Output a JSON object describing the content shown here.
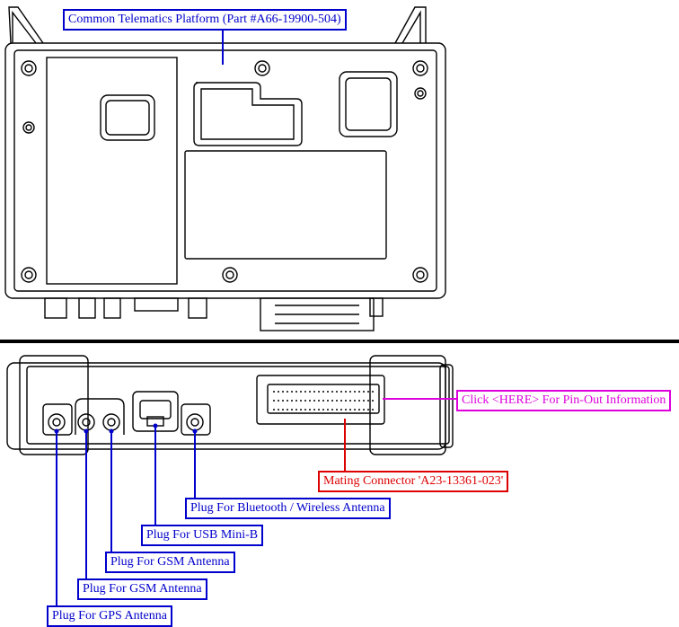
{
  "labels": {
    "title": "Common Telematics Platform (Part #A66-19900-504)",
    "pinout": "Click <HERE> For Pin-Out Information",
    "mating": "Mating Connector 'A23-13361-023'",
    "bluetooth": "Plug For Bluetooth / Wireless Antenna",
    "usb": "Plug For USB Mini-B",
    "gsm1": "Plug For GSM Antenna",
    "gsm2": "Plug For GSM Antenna",
    "gps": "Plug For GPS Antenna"
  },
  "colors": {
    "callout_blue": "#0000cc",
    "callout_red": "#dd0000",
    "callout_magenta": "#dd00dd",
    "divider": "#000000",
    "outline": "#000000"
  }
}
